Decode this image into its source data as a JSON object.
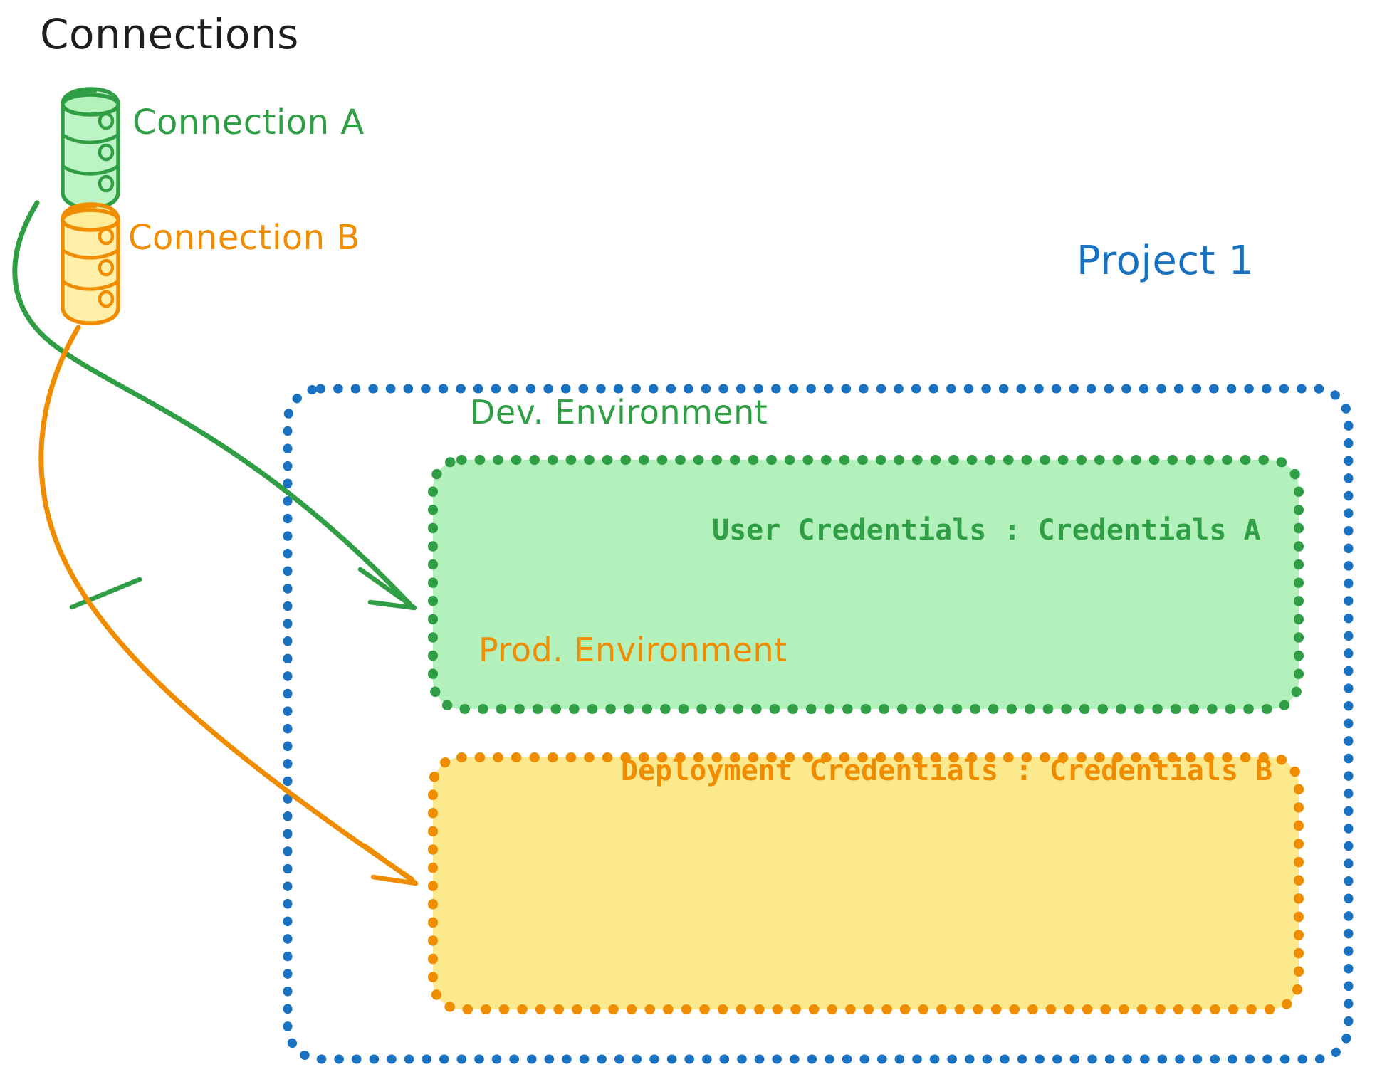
{
  "diagram": {
    "title": "Connections",
    "title_color": "#1e1e1e",
    "background": "#ffffff",
    "style": "hand-drawn"
  },
  "connections": {
    "heading": "Connections",
    "items": [
      {
        "label": "Connection A",
        "icon": "database-cylinder-icon",
        "color": "#2f9e44",
        "fill": "#b2f2bb",
        "target": "Dev. Environment"
      },
      {
        "label": "Connection B",
        "icon": "database-cylinder-icon",
        "color": "#f08c00",
        "fill": "#ffec99",
        "target": "Prod. Environment"
      }
    ]
  },
  "project": {
    "label": "Project 1",
    "border_color": "#1971c2",
    "border_style": "dotted",
    "environments": [
      {
        "name": "Dev. Environment",
        "credentials_label": "User Credentials",
        "credentials_separator": ":",
        "credentials_value": "Credentials A",
        "credentials_line": "User Credentials : Credentials A",
        "stroke": "#2f9e44",
        "fill": "#b2f0bc"
      },
      {
        "name": "Prod. Environment",
        "credentials_label": "Deployment Credentials",
        "credentials_separator": ":",
        "credentials_value": "Credentials B",
        "credentials_line": "Deployment Credentials : Credentials B",
        "stroke": "#f08c00",
        "fill": "#fde98d"
      }
    ]
  },
  "arrows": [
    {
      "name": "connection-a-to-dev-environment",
      "from": "Connection A",
      "to": "Dev. Environment",
      "color": "#2f9e44"
    },
    {
      "name": "connection-b-to-prod-environment",
      "from": "Connection B",
      "to": "Prod. Environment",
      "color": "#f08c00"
    }
  ],
  "colors": {
    "green_stroke": "#2f9e44",
    "green_fill": "#b2f0bc",
    "green_cyl_fill": "#b2f2bb",
    "orange_stroke": "#f08c00",
    "orange_fill": "#fde98d",
    "orange_cyl_fill": "#ffec99",
    "blue_stroke": "#1971c2",
    "ink": "#1e1e1e"
  }
}
